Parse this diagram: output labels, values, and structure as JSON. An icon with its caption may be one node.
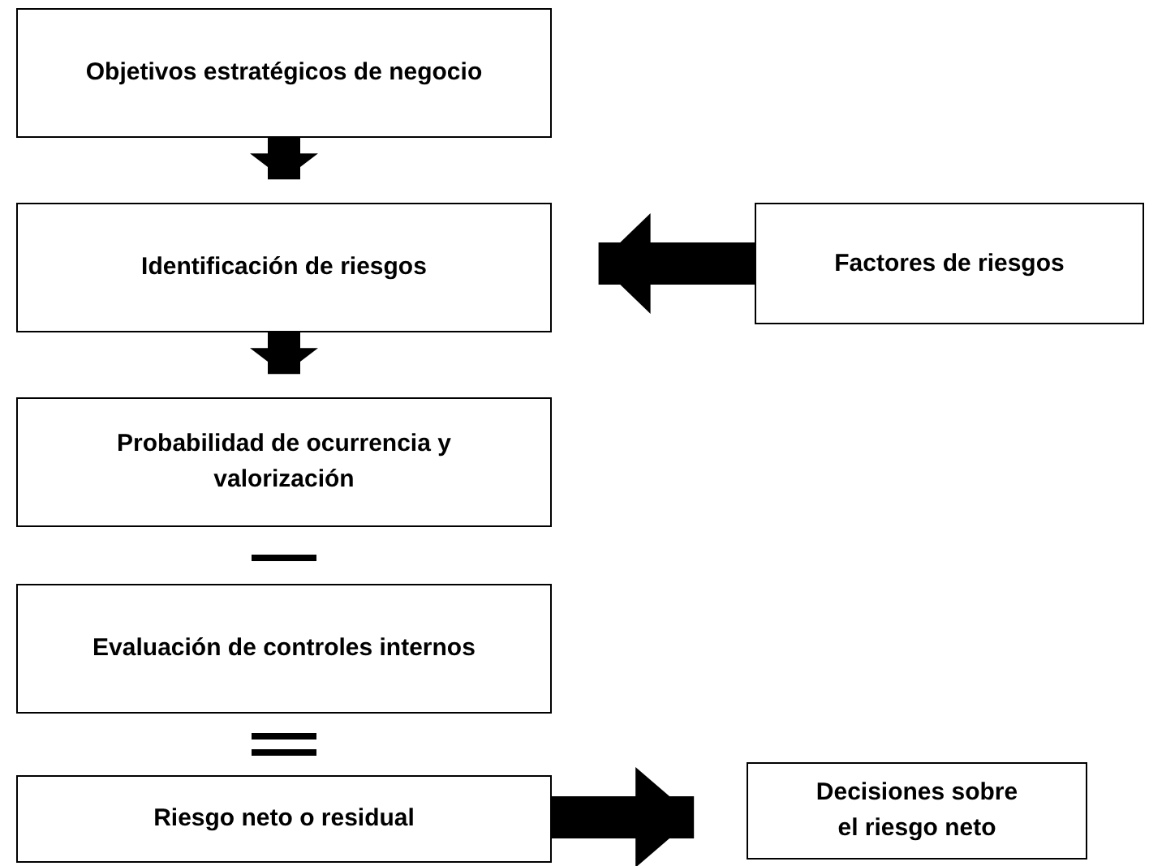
{
  "diagram": {
    "nodes": [
      {
        "text": [
          "Objetivos estratégicos de negocio"
        ]
      },
      {
        "text": [
          "Identificación de riesgos"
        ]
      },
      {
        "text": [
          "Factores de riesgos"
        ]
      },
      {
        "text": [
          "Probabilidad de ocurrencia y valorización"
        ]
      },
      {
        "text": [
          "Evaluación de controles internos"
        ]
      },
      {
        "text": [
          "Riesgo neto o residual"
        ]
      },
      {
        "text": [
          "Decisiones sobre el riesgo neto"
        ]
      }
    ],
    "edges": [
      {
        "from": 0,
        "to": 1,
        "arrow": "to"
      },
      {
        "from": 2,
        "to": 1,
        "arrow": "to"
      },
      {
        "from": 1,
        "to": 3,
        "arrow": "to"
      },
      {
        "from": 5,
        "to": 6,
        "arrow": "to"
      }
    ]
  }
}
